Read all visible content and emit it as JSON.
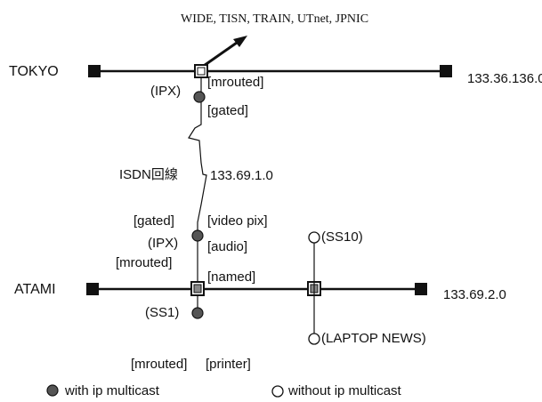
{
  "top_networks": "WIDE, TISN, TRAIN, UTnet, JPNIC",
  "tokyo": {
    "site": "TOKYO",
    "network": "133.36.136.0",
    "router_procs": [
      "[mrouted]",
      "[gated]"
    ],
    "host": "(IPX)"
  },
  "isdn": {
    "label": "ISDN回線",
    "network": "133.69.1.0"
  },
  "atami": {
    "site": "ATAMI",
    "network": "133.69.2.0",
    "ipx_host": "(IPX)",
    "ipx_procs_left": [
      "[gated]",
      "[mrouted]"
    ],
    "ipx_procs_right": [
      "[video pix]",
      "[audio]",
      "[named]"
    ],
    "ss1_host": "(SS1)",
    "ss1_procs": [
      "[mrouted]",
      "[printer]"
    ],
    "ss10_host": "(SS10)",
    "laptop_host": "(LAPTOP NEWS)"
  },
  "legend": {
    "with": "with ip multicast",
    "without": "without ip multicast"
  }
}
